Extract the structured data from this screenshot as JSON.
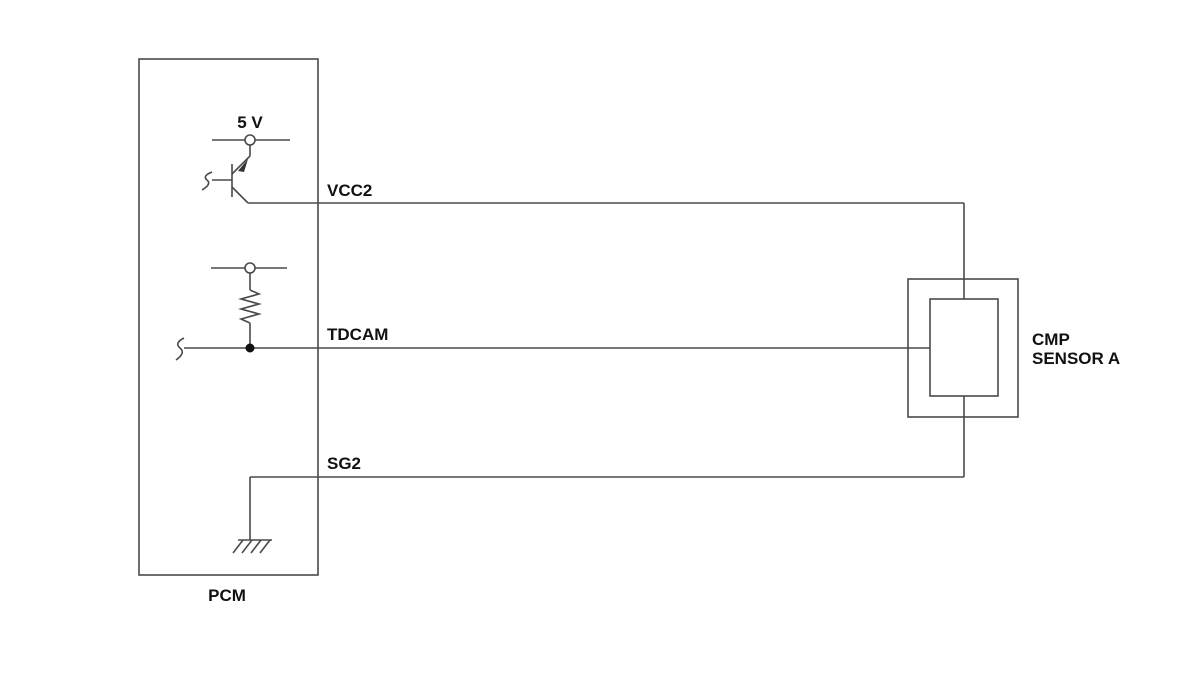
{
  "diagram": {
    "pcm_label": "PCM",
    "voltage_label": "5 V",
    "wires": {
      "vcc2": "VCC2",
      "tdcam": "TDCAM",
      "sg2": "SG2"
    },
    "sensor_label_line1": "CMP",
    "sensor_label_line2": "SENSOR A"
  }
}
